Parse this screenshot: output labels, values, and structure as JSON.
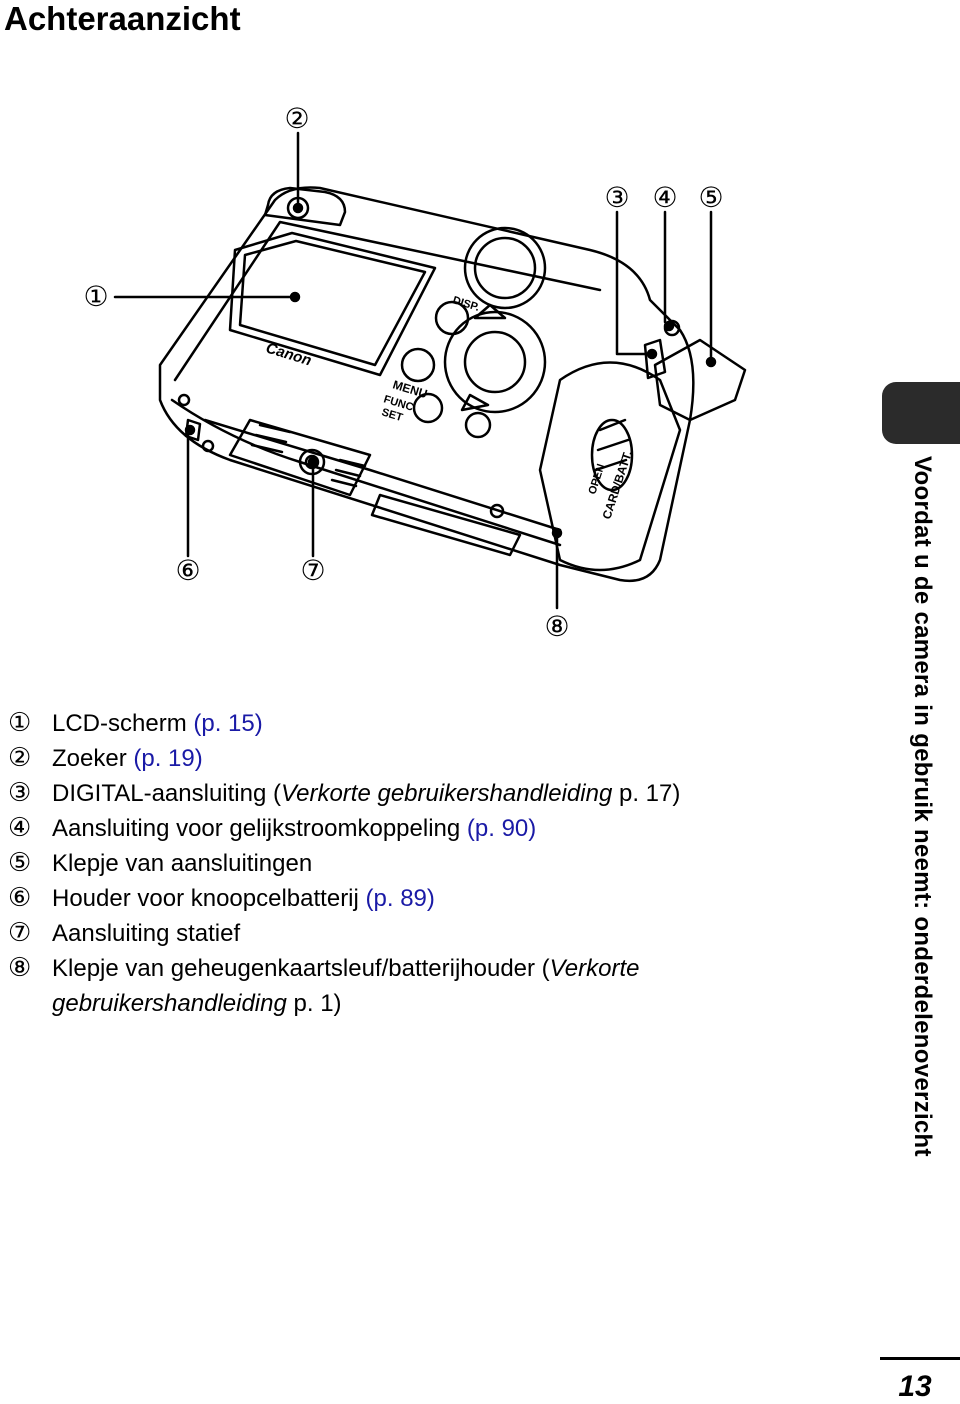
{
  "page": {
    "title": "Achteraanzicht",
    "side_label": "Voordat u de camera in gebruik neemt: onderdelenoverzicht",
    "page_number": "13"
  },
  "figure": {
    "callouts": [
      "①",
      "②",
      "③",
      "④",
      "⑤",
      "⑥",
      "⑦",
      "⑧"
    ],
    "body_texts": {
      "brand": "Canon",
      "disp": "DISP.",
      "menu": "MENU",
      "func": "FUNC.",
      "set": "SET",
      "card_batt": "CARD/BATT.",
      "open": "OPEN"
    }
  },
  "items": [
    {
      "num": "①",
      "label": "LCD-scherm ",
      "ref": "(p. 15)"
    },
    {
      "num": "②",
      "label": "Zoeker ",
      "ref": "(p. 19)"
    },
    {
      "num": "③",
      "label": "DIGITAL-aansluiting (",
      "italic": "Verkorte gebruikershandleiding",
      "tail": " p. 17)"
    },
    {
      "num": "④",
      "label": "Aansluiting voor gelijkstroomkoppeling ",
      "ref": "(p. 90)"
    },
    {
      "num": "⑤",
      "label": "Klepje van aansluitingen"
    },
    {
      "num": "⑥",
      "label": "Houder voor knoopcelbatterij ",
      "ref": "(p. 89)"
    },
    {
      "num": "⑦",
      "label": "Aansluiting statief"
    },
    {
      "num": "⑧",
      "label": "Klepje van geheugenkaartsleuf/batterijhouder (",
      "italic": "Verkorte",
      "line2_italic": "gebruikershandleiding",
      "tail": " p. 1)"
    }
  ],
  "colors": {
    "reference_link": "#1a1aa6",
    "tab": "#2b2b2b"
  }
}
